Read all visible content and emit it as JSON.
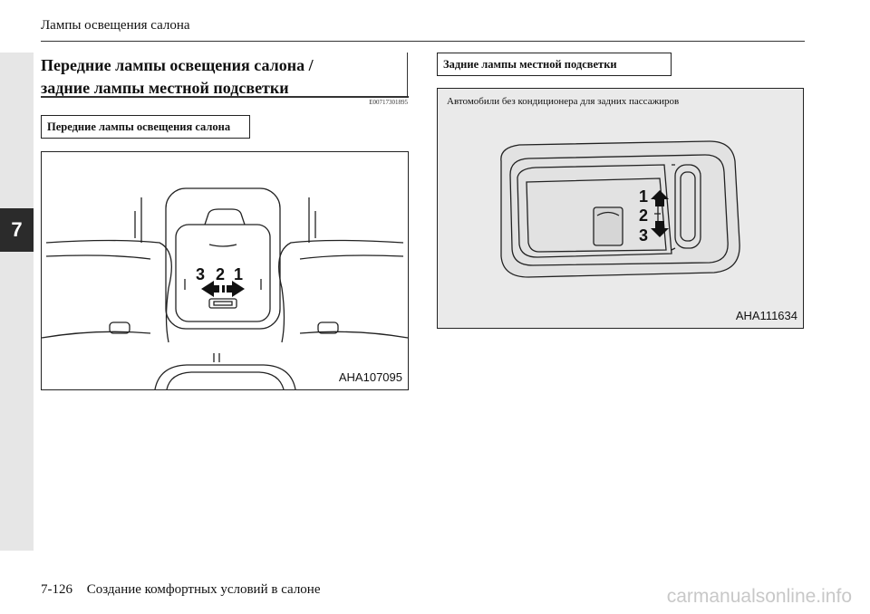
{
  "header": {
    "title": "Лампы освещения салона"
  },
  "chapter_tab": "7",
  "section": {
    "title_line1": "Передние лампы освещения салона /",
    "title_line2": "задние лампы местной подсветки",
    "code": "E00717301895"
  },
  "front": {
    "label": "Передние лампы освещения салона",
    "figure_code": "AHA107095",
    "positions": [
      "3",
      "2",
      "1"
    ]
  },
  "rear": {
    "label": "Задние лампы местной подсветки",
    "caption": "Автомобили без кондиционера для задних пассажиров",
    "figure_code": "AHA111634",
    "positions": [
      "1",
      "2",
      "3"
    ]
  },
  "footer": {
    "page": "7-126",
    "chapter": "Создание комфортных условий в салоне"
  },
  "watermark": "carmanualsonline.info"
}
